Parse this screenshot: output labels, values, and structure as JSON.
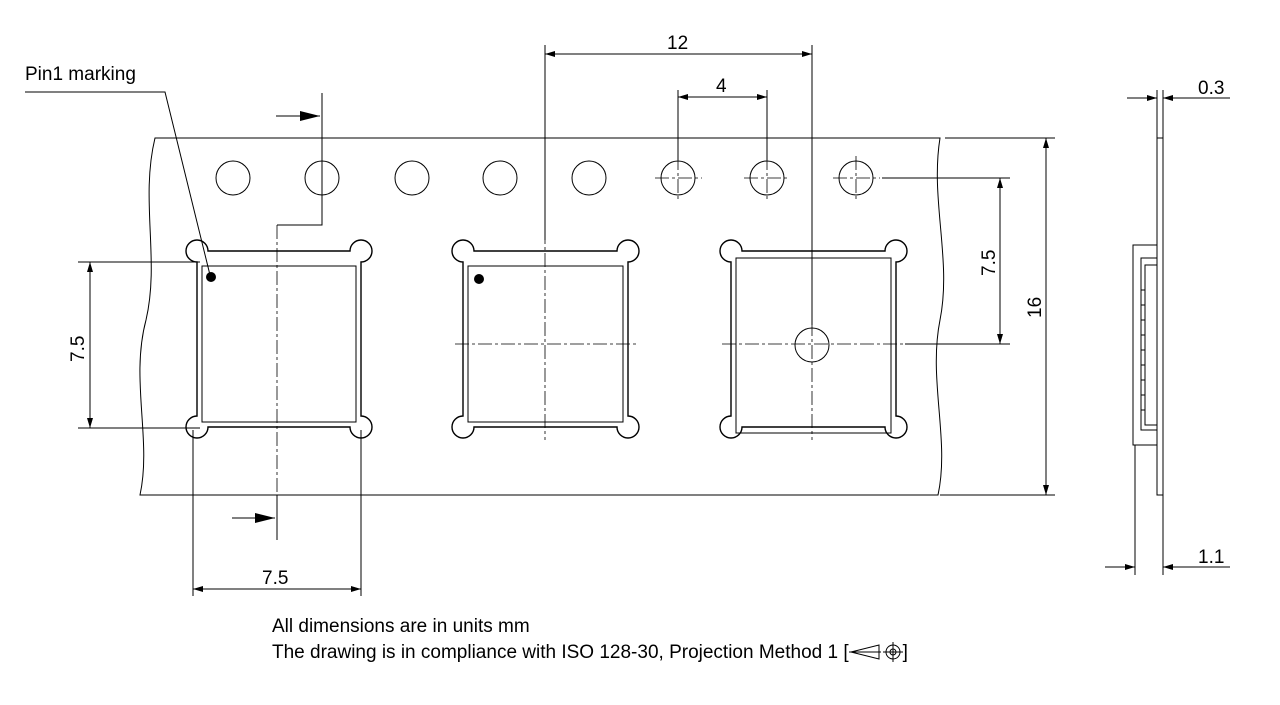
{
  "labels": {
    "pin1": "Pin1 marking",
    "dim_pitch": "12",
    "dim_sprocket": "4",
    "dim_thickness": "0.3",
    "dim_hole_offset": "7.5",
    "dim_width": "16",
    "dim_pocket_height": "7.5",
    "dim_pocket_width": "7.5",
    "dim_depth": "1.1"
  },
  "notes": {
    "units": "All dimensions are in units mm",
    "iso_prefix": "The drawing is in compliance with ISO 128-30, Projection Method 1 [",
    "iso_suffix": "]"
  },
  "icons": {
    "projection": "first-angle-projection-icon",
    "pin1_dot": "pin1-dot-icon"
  },
  "colors": {
    "ink": "#000000",
    "background": "#ffffff"
  }
}
